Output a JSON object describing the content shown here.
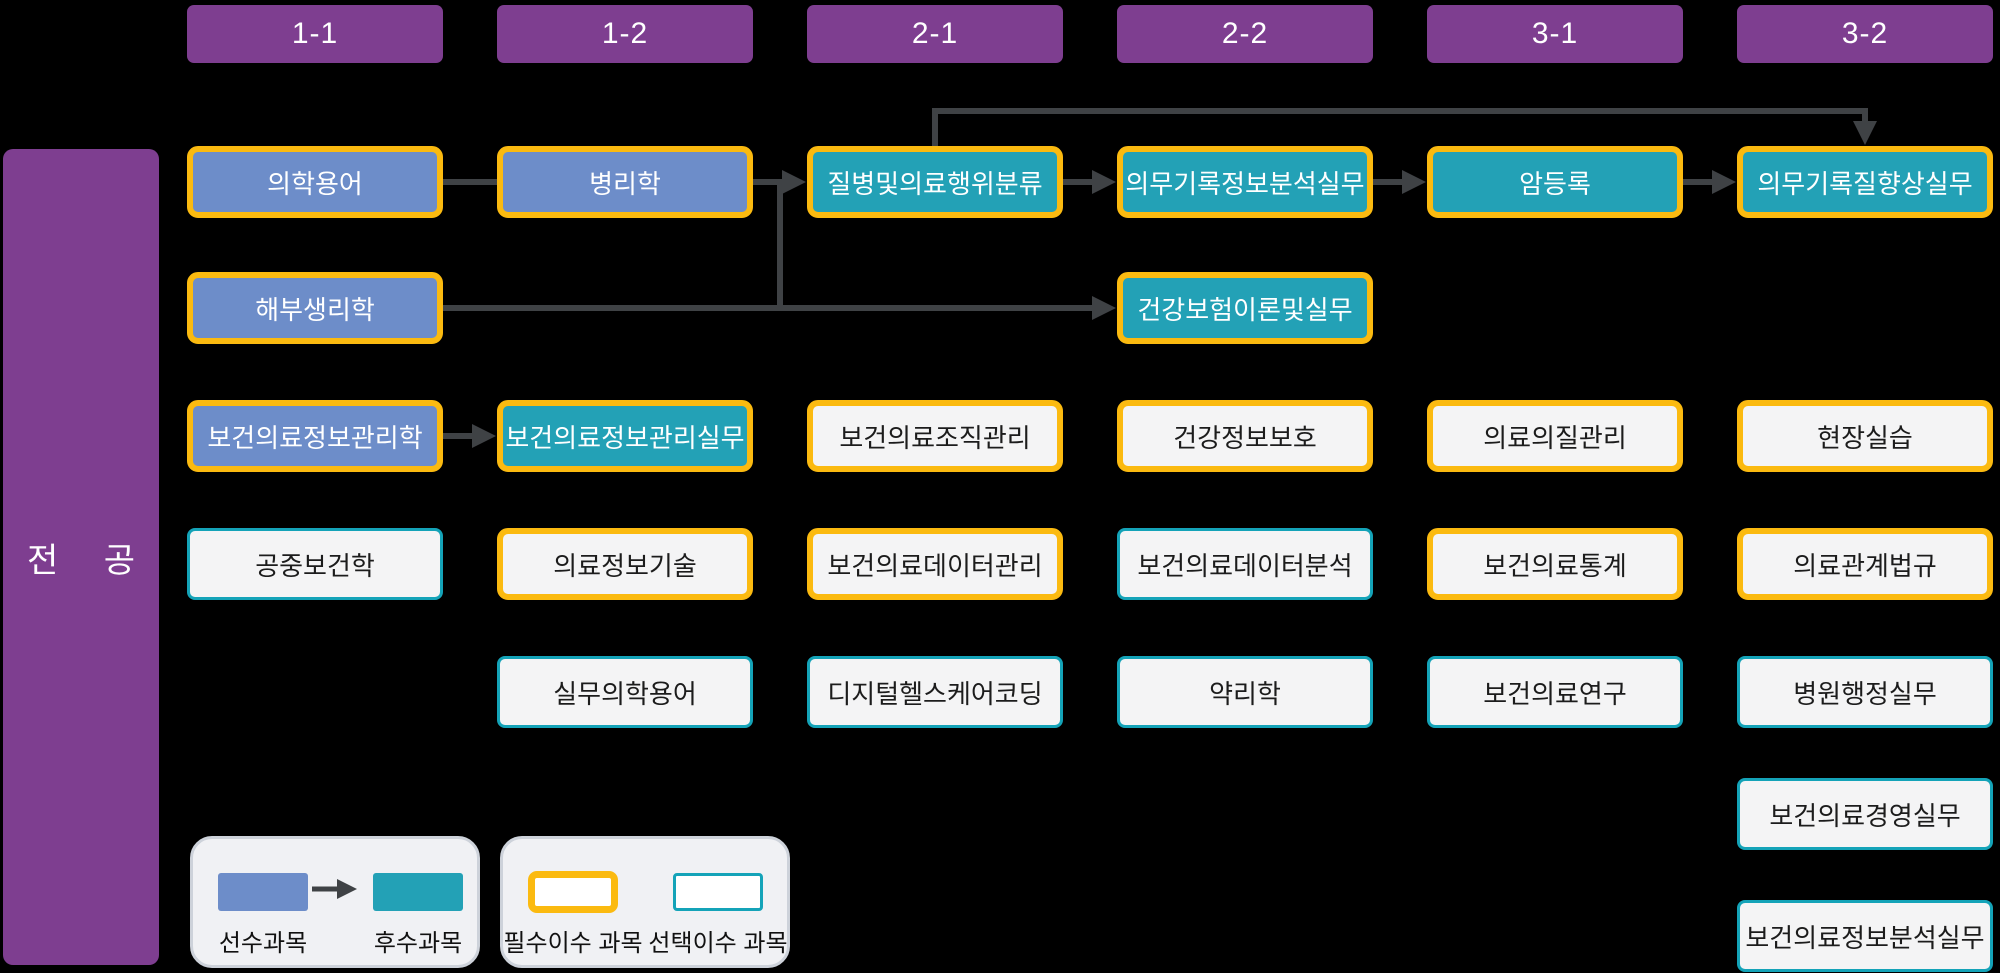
{
  "major_label": "전 공",
  "semesters": [
    "1-1",
    "1-2",
    "2-1",
    "2-2",
    "3-1",
    "3-2"
  ],
  "courses": [
    {
      "label": "의학용어",
      "col": 0,
      "row": 1,
      "fill": "blue",
      "border": "required"
    },
    {
      "label": "해부생리학",
      "col": 0,
      "row": 2,
      "fill": "blue",
      "border": "required"
    },
    {
      "label": "보건의료정보관리학",
      "col": 0,
      "row": 3,
      "fill": "blue",
      "border": "required"
    },
    {
      "label": "공중보건학",
      "col": 0,
      "row": 4,
      "fill": "light",
      "border": "elective"
    },
    {
      "label": "병리학",
      "col": 1,
      "row": 1,
      "fill": "blue",
      "border": "required"
    },
    {
      "label": "보건의료정보관리실무",
      "col": 1,
      "row": 3,
      "fill": "teal",
      "border": "required"
    },
    {
      "label": "의료정보기술",
      "col": 1,
      "row": 4,
      "fill": "light",
      "border": "required"
    },
    {
      "label": "실무의학용어",
      "col": 1,
      "row": 5,
      "fill": "light",
      "border": "elective"
    },
    {
      "label": "질병및의료행위분류",
      "col": 2,
      "row": 1,
      "fill": "teal",
      "border": "required"
    },
    {
      "label": "보건의료조직관리",
      "col": 2,
      "row": 3,
      "fill": "light",
      "border": "required"
    },
    {
      "label": "보건의료데이터관리",
      "col": 2,
      "row": 4,
      "fill": "light",
      "border": "required"
    },
    {
      "label": "디지털헬스케어코딩",
      "col": 2,
      "row": 5,
      "fill": "light",
      "border": "elective"
    },
    {
      "label": "의무기록정보분석실무",
      "col": 3,
      "row": 1,
      "fill": "teal",
      "border": "required"
    },
    {
      "label": "건강보험이론및실무",
      "col": 3,
      "row": 2,
      "fill": "teal",
      "border": "required"
    },
    {
      "label": "건강정보보호",
      "col": 3,
      "row": 3,
      "fill": "light",
      "border": "required"
    },
    {
      "label": "보건의료데이터분석",
      "col": 3,
      "row": 4,
      "fill": "light",
      "border": "elective"
    },
    {
      "label": "약리학",
      "col": 3,
      "row": 5,
      "fill": "light",
      "border": "elective"
    },
    {
      "label": "암등록",
      "col": 4,
      "row": 1,
      "fill": "teal",
      "border": "required"
    },
    {
      "label": "의료의질관리",
      "col": 4,
      "row": 3,
      "fill": "light",
      "border": "required"
    },
    {
      "label": "보건의료통계",
      "col": 4,
      "row": 4,
      "fill": "light",
      "border": "required"
    },
    {
      "label": "보건의료연구",
      "col": 4,
      "row": 5,
      "fill": "light",
      "border": "elective"
    },
    {
      "label": "의무기록질향상실무",
      "col": 5,
      "row": 1,
      "fill": "teal",
      "border": "required"
    },
    {
      "label": "현장실습",
      "col": 5,
      "row": 3,
      "fill": "light",
      "border": "required"
    },
    {
      "label": "의료관계법규",
      "col": 5,
      "row": 4,
      "fill": "light",
      "border": "required"
    },
    {
      "label": "병원행정실무",
      "col": 5,
      "row": 5,
      "fill": "light",
      "border": "elective"
    },
    {
      "label": "보건의료경영실무",
      "col": 5,
      "row": 6,
      "fill": "light",
      "border": "elective"
    },
    {
      "label": "보건의료정보분석실무",
      "col": 5,
      "row": 7,
      "fill": "light",
      "border": "elective"
    }
  ],
  "connectors": [
    {
      "from": "의학용어",
      "to": "병리학",
      "style": "line"
    },
    {
      "from": "병리학",
      "to": "질병및의료행위분류",
      "style": "arrow"
    },
    {
      "from": "병리학",
      "to": "건강보험이론및실무",
      "style": "drop"
    },
    {
      "from": "해부생리학",
      "to": "건강보험이론및실무",
      "style": "arrow"
    },
    {
      "from": "질병및의료행위분류",
      "to": "의무기록질향상실무",
      "style": "overtop"
    },
    {
      "from": "질병및의료행위분류",
      "to": "의무기록정보분석실무",
      "style": "arrow"
    },
    {
      "from": "의무기록정보분석실무",
      "to": "암등록",
      "style": "arrow"
    },
    {
      "from": "암등록",
      "to": "의무기록질향상실무",
      "style": "arrow"
    },
    {
      "from": "보건의료정보관리학",
      "to": "보건의료정보관리실무",
      "style": "arrow"
    }
  ],
  "legend_flow": {
    "prerequisite_label": "선수과목",
    "successor_label": "후수과목"
  },
  "legend_type": {
    "required_label": "필수이수 과목",
    "elective_label": "선택이수 과목"
  },
  "colors": {
    "purple": "#7E3E90",
    "blue": "#6D8DC9",
    "teal": "#23A1B6",
    "yellow": "#FBBA10",
    "tealBorder": "#14A3B8",
    "light": "#F4F4F5",
    "arrow": "#3F4245",
    "legendBg": "#F0F1F4",
    "legendBorder": "#CDD2DA"
  }
}
